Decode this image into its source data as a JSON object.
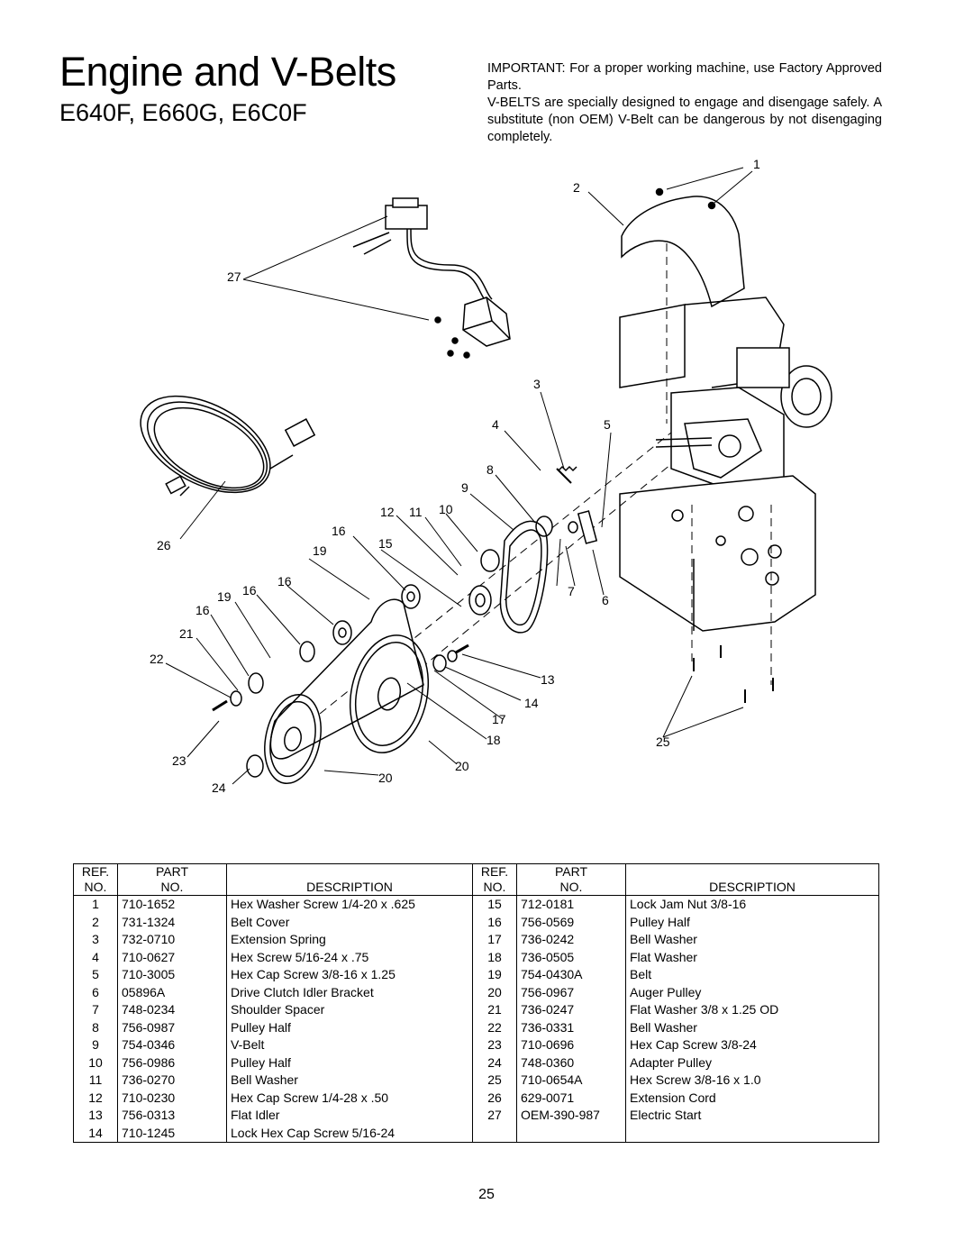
{
  "header": {
    "title": "Engine and V-Belts",
    "models": "E640F, E660G, E6C0F"
  },
  "notice": {
    "important": "IMPORTANT: For a proper working machine, use Factory Approved Parts.",
    "vbelts": "V-BELTS are specially designed to engage and disengage safely. A substitute (non OEM) V-Belt can be dangerous by not disengaging completely."
  },
  "diagram": {
    "callouts": [
      "1",
      "2",
      "3",
      "4",
      "5",
      "6",
      "7",
      "8",
      "9",
      "10",
      "11",
      "12",
      "13",
      "14",
      "15",
      "16",
      "16",
      "16",
      "16",
      "17",
      "18",
      "19",
      "19",
      "20",
      "20",
      "21",
      "22",
      "23",
      "24",
      "25",
      "26",
      "27"
    ]
  },
  "table": {
    "header": {
      "ref_line1": "REF.",
      "ref_line2": "NO.",
      "part_line1": "PART",
      "part_line2": "NO.",
      "description": "DESCRIPTION"
    },
    "rows_left": [
      {
        "ref": "1",
        "part": "710-1652",
        "desc": "Hex Washer Screw 1/4-20 x .625"
      },
      {
        "ref": "2",
        "part": "731-1324",
        "desc": "Belt Cover"
      },
      {
        "ref": "3",
        "part": "732-0710",
        "desc": "Extension Spring"
      },
      {
        "ref": "4",
        "part": "710-0627",
        "desc": "Hex Screw 5/16-24 x .75"
      },
      {
        "ref": "5",
        "part": "710-3005",
        "desc": "Hex Cap Screw 3/8-16 x 1.25"
      },
      {
        "ref": "6",
        "part": "05896A",
        "desc": "Drive Clutch Idler Bracket"
      },
      {
        "ref": "7",
        "part": "748-0234",
        "desc": "Shoulder Spacer"
      },
      {
        "ref": "8",
        "part": "756-0987",
        "desc": "Pulley Half"
      },
      {
        "ref": "9",
        "part": "754-0346",
        "desc": "V-Belt"
      },
      {
        "ref": "10",
        "part": "756-0986",
        "desc": "Pulley Half"
      },
      {
        "ref": "11",
        "part": "736-0270",
        "desc": "Bell Washer"
      },
      {
        "ref": "12",
        "part": "710-0230",
        "desc": "Hex Cap Screw 1/4-28 x .50"
      },
      {
        "ref": "13",
        "part": "756-0313",
        "desc": "Flat Idler"
      },
      {
        "ref": "14",
        "part": "710-1245",
        "desc": "Lock Hex Cap Screw 5/16-24"
      }
    ],
    "rows_right": [
      {
        "ref": "15",
        "part": "712-0181",
        "desc": "Lock Jam Nut 3/8-16"
      },
      {
        "ref": "16",
        "part": "756-0569",
        "desc": "Pulley Half"
      },
      {
        "ref": "17",
        "part": "736-0242",
        "desc": "Bell Washer"
      },
      {
        "ref": "18",
        "part": "736-0505",
        "desc": "Flat Washer"
      },
      {
        "ref": "19",
        "part": "754-0430A",
        "desc": "Belt"
      },
      {
        "ref": "20",
        "part": "756-0967",
        "desc": "Auger Pulley"
      },
      {
        "ref": "21",
        "part": "736-0247",
        "desc": "Flat Washer 3/8 x 1.25 OD"
      },
      {
        "ref": "22",
        "part": "736-0331",
        "desc": "Bell Washer"
      },
      {
        "ref": "23",
        "part": "710-0696",
        "desc": "Hex Cap Screw 3/8-24"
      },
      {
        "ref": "24",
        "part": "748-0360",
        "desc": "Adapter Pulley"
      },
      {
        "ref": "25",
        "part": "710-0654A",
        "desc": "Hex Screw 3/8-16 x 1.0"
      },
      {
        "ref": "26",
        "part": "629-0071",
        "desc": "Extension Cord"
      },
      {
        "ref": "27",
        "part": "OEM-390-987",
        "desc": "Electric Start"
      },
      {
        "ref": "",
        "part": "",
        "desc": ""
      }
    ]
  },
  "footer": {
    "page_number": "25"
  }
}
